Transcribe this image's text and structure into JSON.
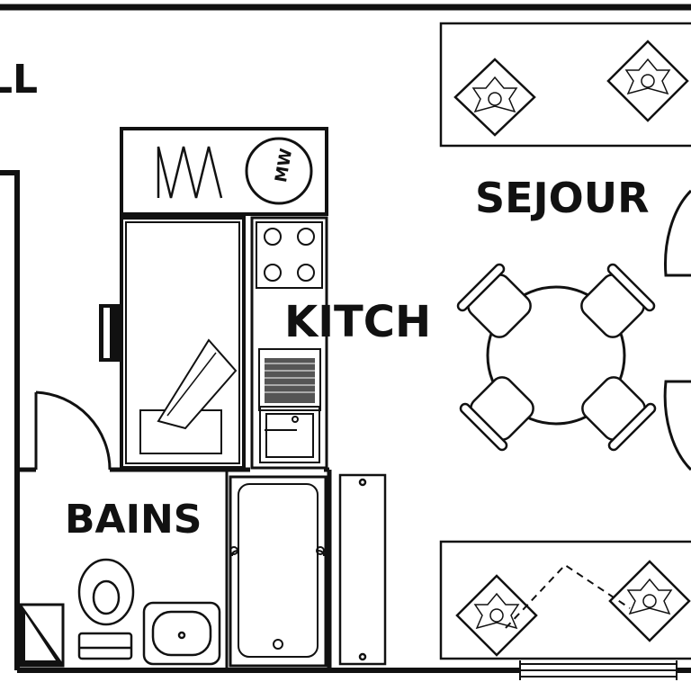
{
  "rooms": {
    "hall_fragment": "LL",
    "sejour": "SEJOUR",
    "kitch": "KITCH",
    "bains": "BAINS"
  },
  "appliances": {
    "washing_machine_text": "MW"
  },
  "colors": {
    "line": "#111111",
    "background": "#ffffff",
    "sink_fill": "#555555"
  }
}
